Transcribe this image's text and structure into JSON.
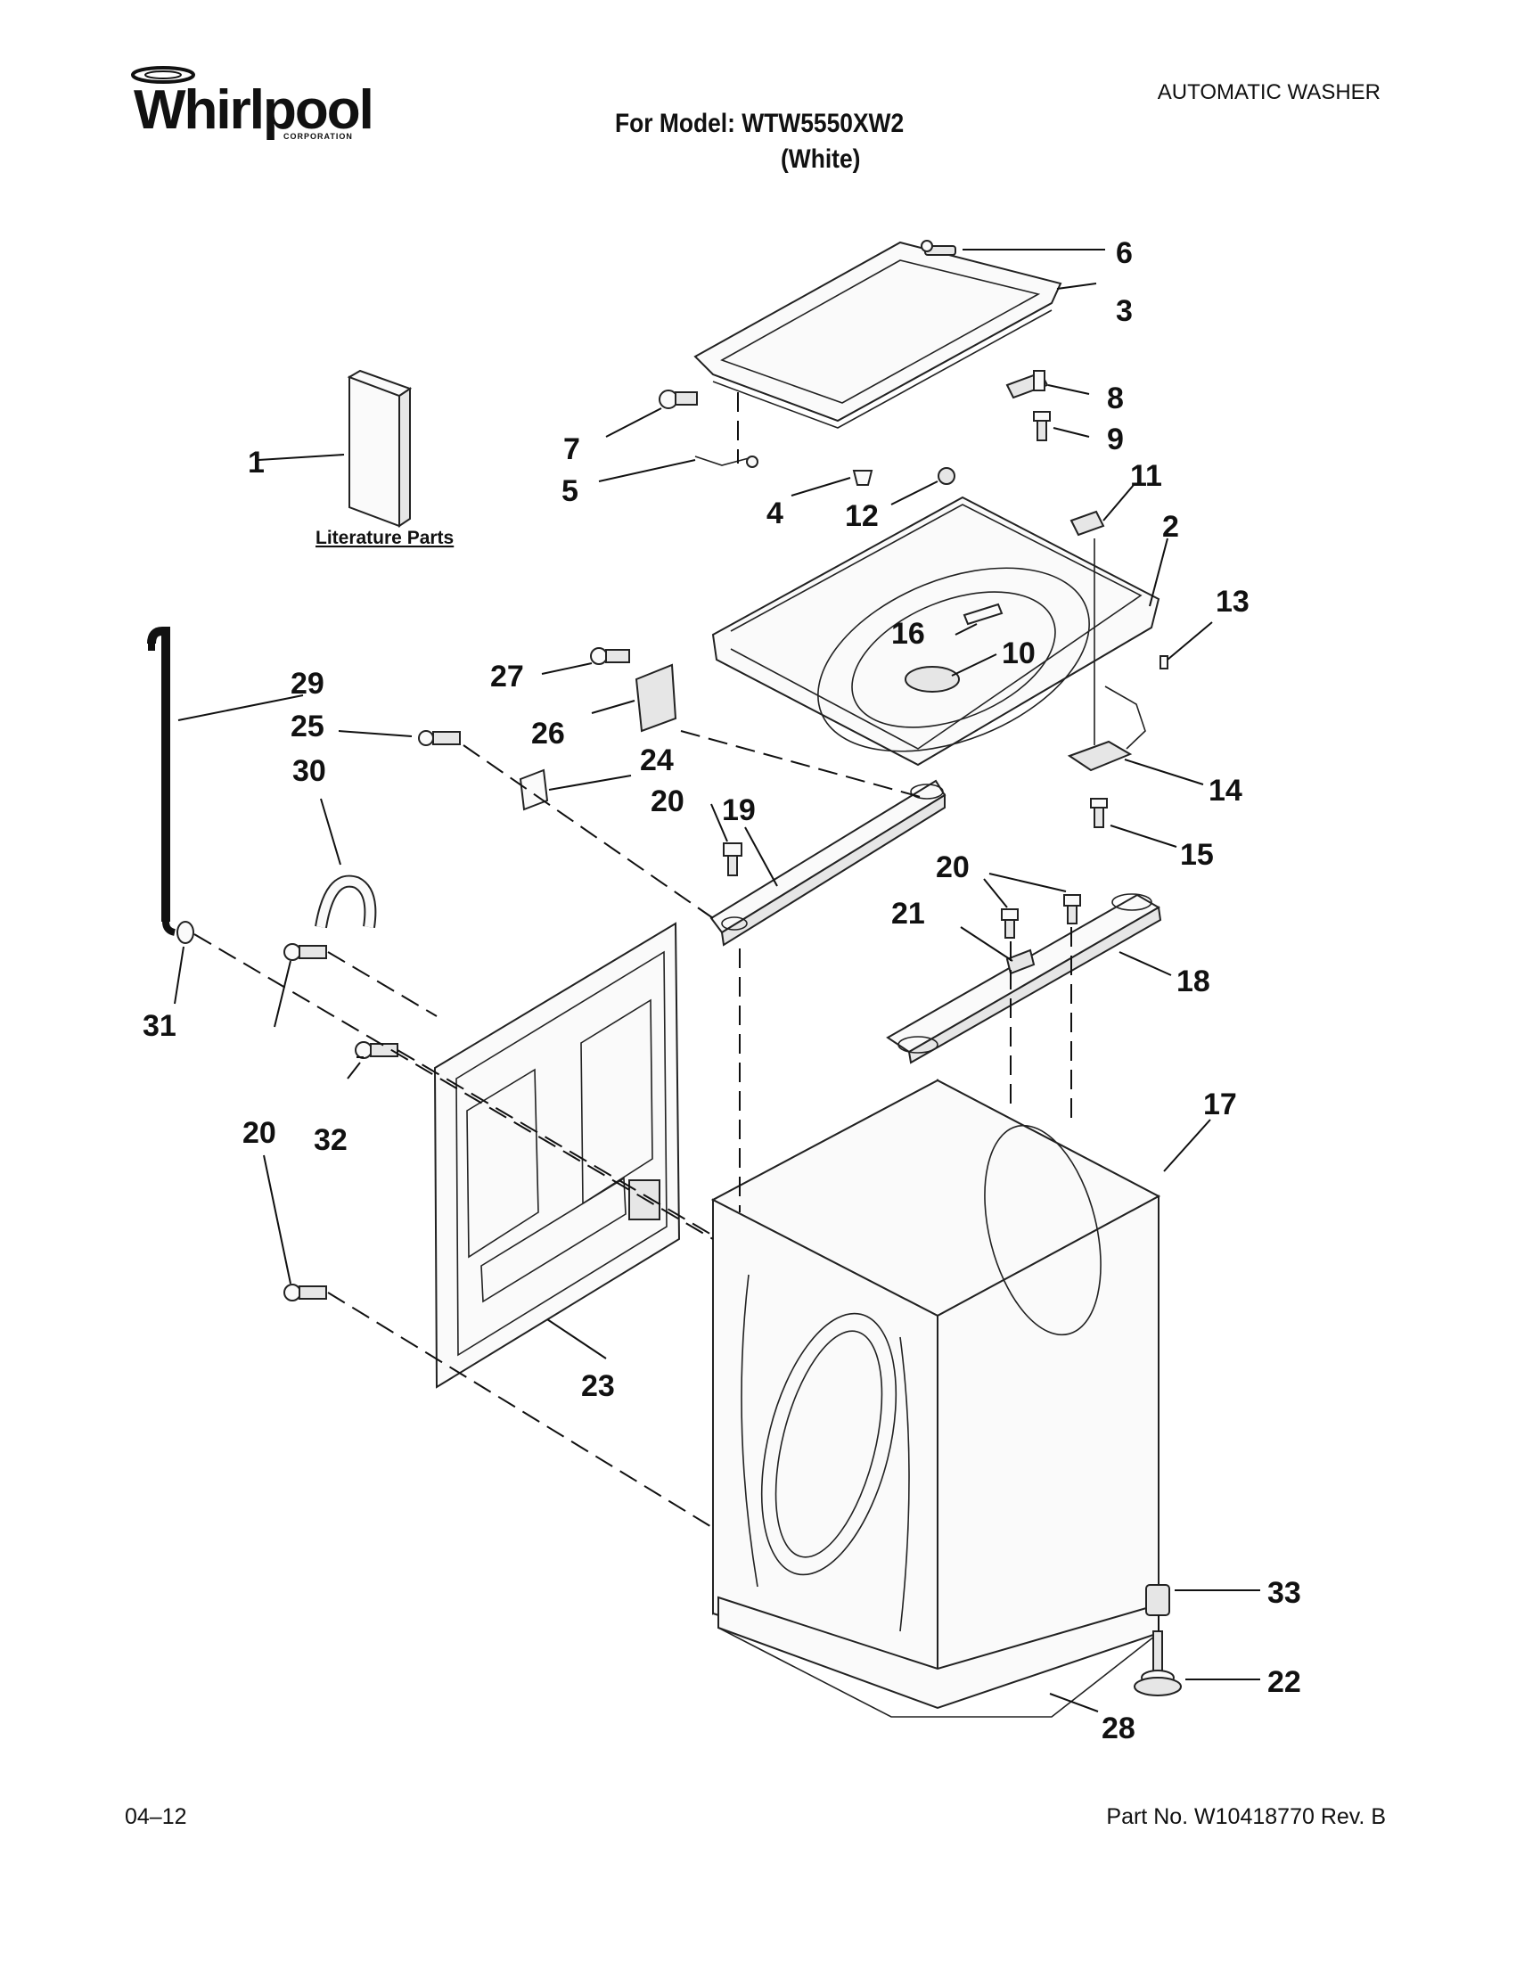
{
  "header": {
    "brand": "Whirlpool",
    "brand_sub": "CORPORATION",
    "model_line": "For Model: WTW5550XW2",
    "color_line": "(White)",
    "doc_type": "AUTOMATIC WASHER"
  },
  "literature_label": "Literature Parts",
  "callouts": {
    "c1": "1",
    "c2": "2",
    "c3": "3",
    "c4": "4",
    "c5": "5",
    "c6": "6",
    "c7": "7",
    "c8": "8",
    "c9": "9",
    "c10": "10",
    "c11": "11",
    "c12": "12",
    "c13": "13",
    "c14": "14",
    "c15": "15",
    "c16": "16",
    "c17": "17",
    "c18": "18",
    "c19": "19",
    "c20a": "20",
    "c20b": "20",
    "c20c": "20",
    "c21": "21",
    "c22": "22",
    "c23": "23",
    "c24": "24",
    "c25": "25",
    "c26": "26",
    "c27": "27",
    "c28": "28",
    "c29": "29",
    "c30": "30",
    "c31": "31",
    "c32": "32",
    "c33": "33"
  },
  "footer": {
    "date": "04–12",
    "part_no": "Part No. W10418770 Rev. B"
  }
}
